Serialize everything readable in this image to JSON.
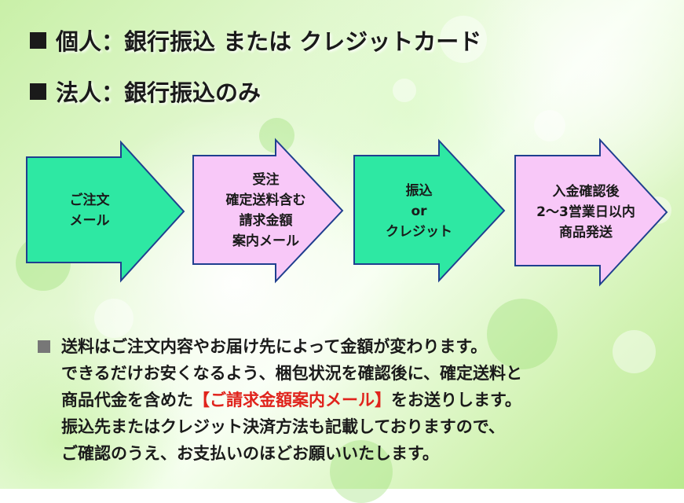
{
  "headings": {
    "individual": "個人：銀行振込 または クレジットカード",
    "corporate": "法人：銀行振込のみ"
  },
  "flow": {
    "steps": [
      {
        "text": "ご注文\nメール",
        "color": "#2ee8a3"
      },
      {
        "text": "受注\n確定送料含む\n請求金額\n案内メール",
        "color": "#f8c8f8"
      },
      {
        "text": "振込\nor\nクレジット",
        "color": "#2ee8a3"
      },
      {
        "text": "入金確認後\n2～3営業日以内\n商品発送",
        "color": "#f8c8f8"
      }
    ]
  },
  "notes": {
    "line1": "送料はご注文内容やお届け先によって金額が変わります。",
    "line2": "できるだけお安くなるよう、梱包状況を確認後に、確定送料と",
    "line3_before": "商品代金を含めた",
    "line3_highlight": "【ご請求金額案内メール】",
    "line3_after": "をお送りします。",
    "line4": "振込先またはクレジット決済方法も記載しておりますので、",
    "line5": "ご確認のうえ、お支払いのほどお願いいたします。"
  },
  "colors": {
    "accent_red": "#e0231c",
    "arrow_green": "#2ee8a3",
    "arrow_pink": "#f8c8f8",
    "arrow_border": "#1f3f8f"
  }
}
